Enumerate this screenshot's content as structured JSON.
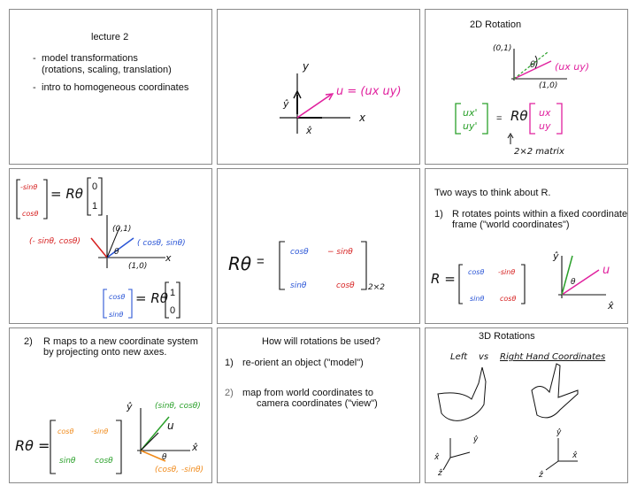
{
  "slides": {
    "s1": {
      "title": "lecture 2",
      "bullets": [
        {
          "dash": "-",
          "line1": "model transformations",
          "line2": "(rotations, scaling, translation)"
        },
        {
          "dash": "-",
          "line1": "intro to homogeneous coordinates",
          "line2": ""
        }
      ]
    },
    "s2": {
      "y_label": "ŷ",
      "x_axis": "x",
      "y_axis": "y",
      "x_label": "x̂",
      "u_label": "u = (ux uy)"
    },
    "s3": {
      "title": "2D Rotation",
      "pt_y": "(0,1)",
      "pt_x": "(1,0)",
      "theta": "θ",
      "u_label": "(ux uy)",
      "lhs_top": "ux'",
      "lhs_bot": "uy'",
      "eq": "=",
      "R": "Rθ",
      "rhs_top": "ux",
      "rhs_bot": "uy",
      "note": "2×2 matrix"
    },
    "s4": {
      "col_top": "-sinθ",
      "col_bot": "cosθ",
      "eq": "= Rθ",
      "vec_top": "0",
      "vec_bot": "1",
      "pt_01": "(0,1)",
      "pt_10": "(1,0)",
      "left_pt": "(- sinθ, cosθ)",
      "right_pt": "( cosθ, sinθ)",
      "x_axis": "x",
      "theta": "θ",
      "col2_top": "cosθ",
      "col2_bot": "sinθ",
      "eq2": "= Rθ",
      "vec2_top": "1",
      "vec2_bot": "0"
    },
    "s5": {
      "R": "Rθ",
      "eq": "=",
      "m11": "cosθ",
      "m12": "− sinθ",
      "m21": "sinθ",
      "m22": "cosθ",
      "dim": "2×2"
    },
    "s6": {
      "title": "Two ways to think about R.",
      "item_num": "1)",
      "item_line1": "R  rotates points within a fixed coordinate",
      "item_line2": "frame  (\"world coordinates\")",
      "R": "R =",
      "m11": "cosθ",
      "m12": "-sinθ",
      "m21": "sinθ",
      "m22": "cosθ",
      "y_label": "ŷ",
      "x_label": "x̂",
      "u_label": "u",
      "theta": "θ"
    },
    "s7": {
      "item_num": "2)",
      "item_line1": "R maps to a new coordinate system",
      "item_line2": "by projecting onto new axes.",
      "R": "Rθ =",
      "m11": "cosθ",
      "m12": "-sinθ",
      "m21": "sinθ",
      "m22": "cosθ",
      "y_label": "ŷ",
      "x_label": "x̂",
      "u_label": "u",
      "green_pt": "(sinθ, cosθ)",
      "orange_pt": "(cosθ, -sinθ)",
      "theta": "θ"
    },
    "s8": {
      "title": "How will rotations be used?",
      "items": [
        {
          "num": "1)",
          "line1": "re-orient an object   (\"model\")",
          "line2": ""
        },
        {
          "num": "2)",
          "line1": "map from world coordinates to",
          "line2": "camera coordinates   (\"view\")"
        }
      ]
    },
    "s9": {
      "title": "3D Rotations",
      "left": "Left",
      "vs": "vs",
      "right": "Right Hand Coordinates",
      "lh_y": "ŷ",
      "lh_x": "x̂",
      "lh_z": "ẑ",
      "rh_y": "ŷ",
      "rh_x": "x̂",
      "rh_z": "ẑ"
    }
  },
  "colors": {
    "magenta": "#e0219e",
    "green": "#2aa02a",
    "red": "#d62020",
    "blue": "#2a55d6",
    "orange": "#f08a1a",
    "ink": "#111111",
    "border": "#8a8a8a"
  }
}
